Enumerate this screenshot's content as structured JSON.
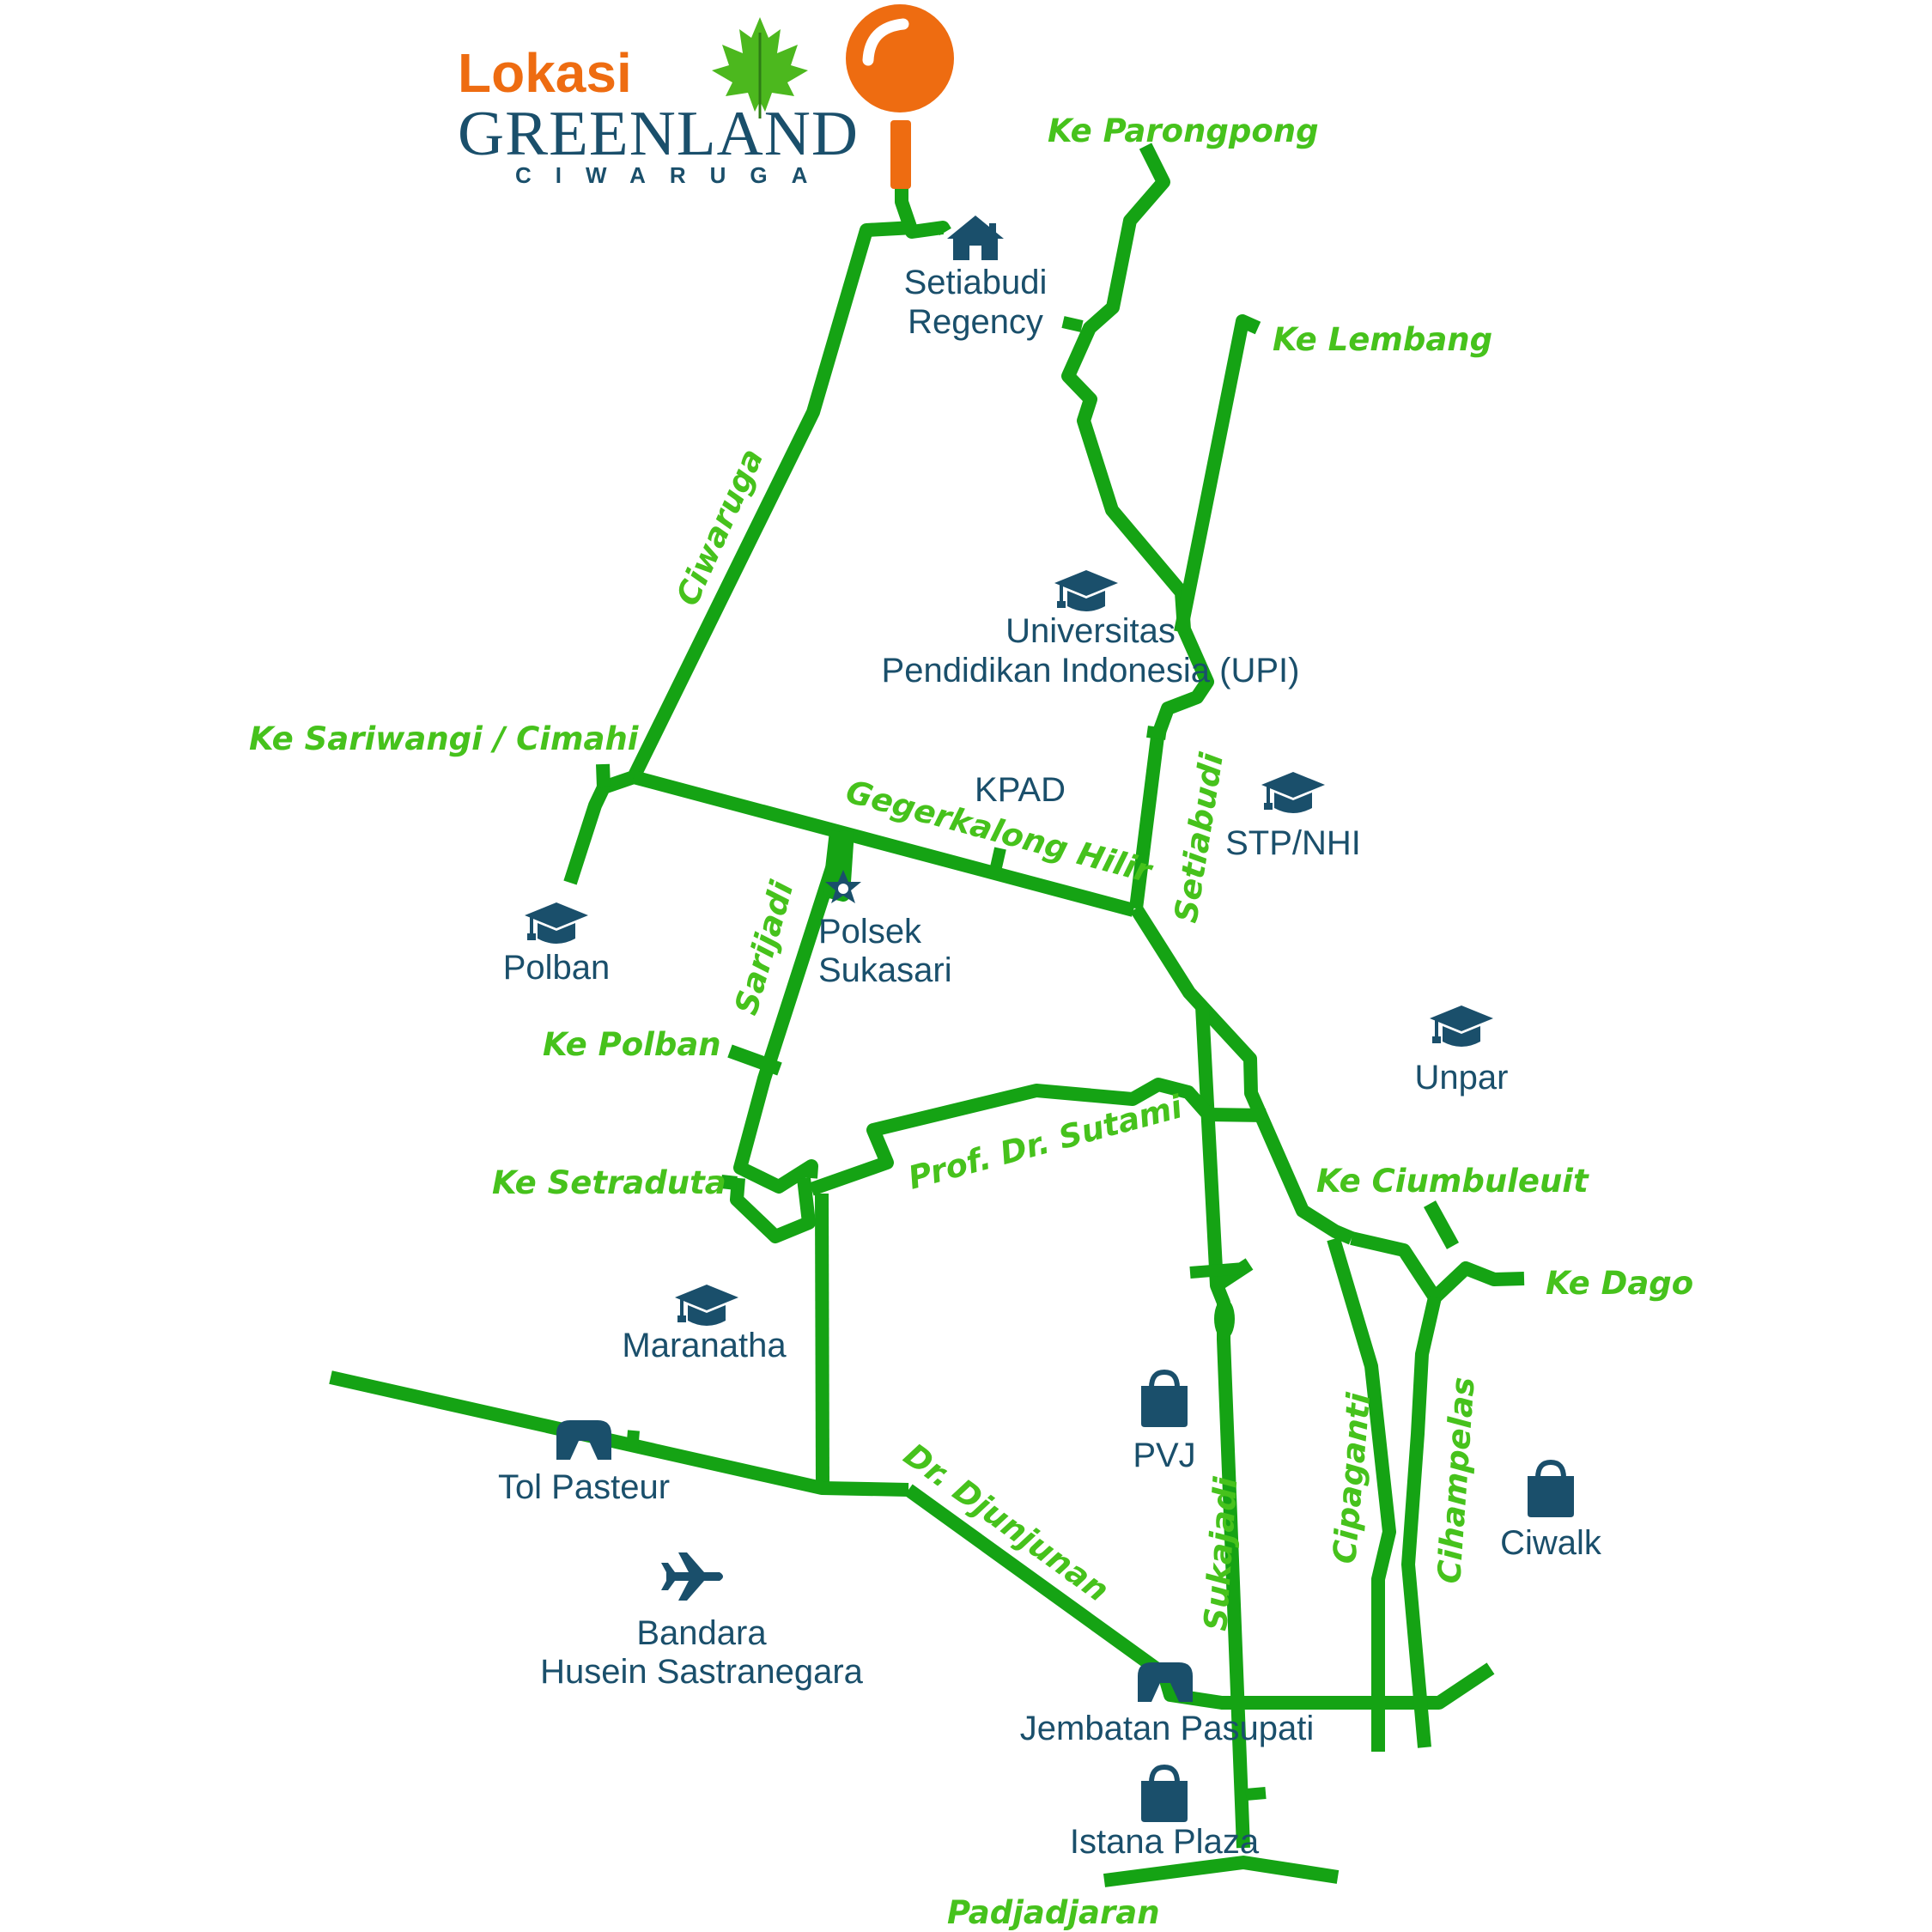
{
  "colors": {
    "road": "#15a314",
    "road_label": "#46c21c",
    "place": "#1a4f6b",
    "accent": "#ee6c11",
    "leaf": "#4cb81e"
  },
  "brand": {
    "lokasi": "Lokasi",
    "name": "GREENLAND",
    "sub": "CIWARUGA"
  },
  "roads": {
    "ke_parongpong": "Ke Parongpong",
    "ke_lembang": "Ke Lembang",
    "ciwaruga": "Ciwaruga",
    "ke_sariwangi_cimahi": "Ke Sariwangi / Cimahi",
    "gegerkalong_hilir": "Gegerkalong Hilir",
    "setiabudi": "Setiabudi",
    "sarijadi": "Sarijadi",
    "ke_polban": "Ke Polban",
    "ke_setraduta": "Ke Setraduta",
    "prof_dr_sutami": "Prof. Dr. Sutami",
    "ke_ciumbuleuit": "Ke Ciumbuleuit",
    "ke_dago": "Ke Dago",
    "dr_djunjunan": "Dr. Djunjunan",
    "sukajadi": "Sukajadi",
    "cipaganti": "Cipaganti",
    "cihampelas": "Cihampelas",
    "padjadjaran": "Padjadjaran"
  },
  "places": {
    "setiabudi_regency": [
      "Setiabudi",
      "Regency"
    ],
    "upi": [
      "Universitas",
      "Pendidikan Indonesia (UPI)"
    ],
    "kpad": "KPAD",
    "stp_nhi": "STP/NHI",
    "polban": "Polban",
    "polsek": [
      "Polsek",
      "Sukasari"
    ],
    "unpar": "Unpar",
    "maranatha": "Maranatha",
    "pvj": "PVJ",
    "tol_pasteur": "Tol Pasteur",
    "ciwalk": "Ciwalk",
    "bandara": [
      "Bandara",
      "Husein Sastranegara"
    ],
    "jembatan_pasupati": "Jembatan Pasupati",
    "istana_plaza": "Istana Plaza"
  },
  "icons": {
    "setiabudi_regency": "house-icon",
    "upi": "graduation-cap-icon",
    "stp_nhi": "graduation-cap-icon",
    "polban": "graduation-cap-icon",
    "unpar": "graduation-cap-icon",
    "maranatha": "graduation-cap-icon",
    "polsek": "police-badge-icon",
    "pvj": "shopping-bag-icon",
    "ciwalk": "shopping-bag-icon",
    "istana_plaza": "shopping-bag-icon",
    "tol_pasteur": "toll-gate-icon",
    "jembatan_pasupati": "toll-gate-icon",
    "bandara": "airplane-icon",
    "location_pin": "map-pin-icon",
    "brand_leaf": "maple-leaf-icon"
  }
}
